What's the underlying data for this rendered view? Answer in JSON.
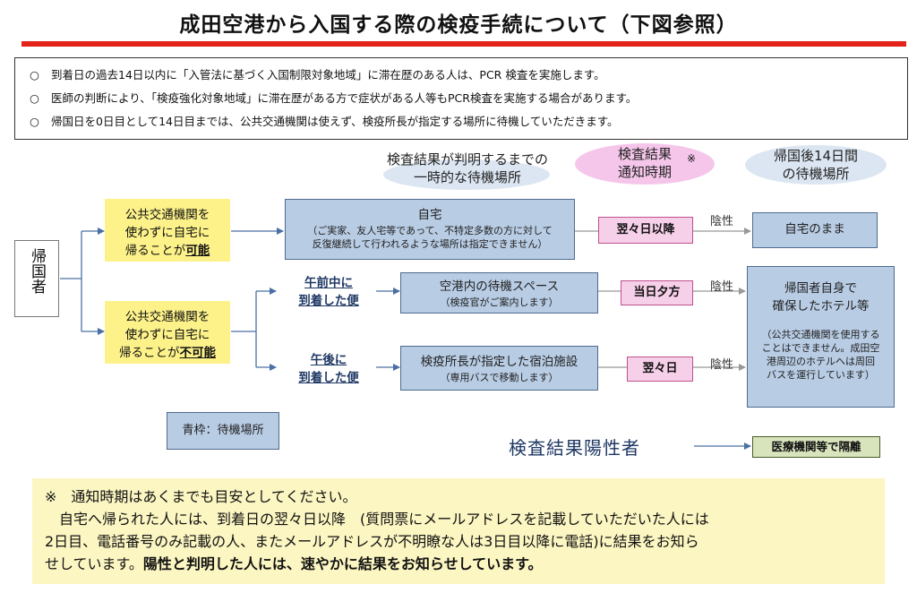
{
  "title": "成田空港から入国する際の検疫手続について（下図参照）",
  "notes": {
    "bullet": "○",
    "lines": [
      "到着日の過去14日以内に「入管法に基づく入国制限対象地域」に滞在歴のある人は、PCR 検査を実施します。",
      "医師の判断により、「検疫強化対象地域」に滞在歴がある方で症状がある人等もPCR検査を実施する場合があります。",
      "帰国日を0日目として14日目までは、公共交通機関は使えず、検疫所長が指定する場所に待機していただきます。"
    ]
  },
  "headers": {
    "waiting_1": "検査結果が判明するまでの",
    "waiting_2": "一時的な待機場所",
    "notify_1": "検査結果",
    "notify_2": "通知時期",
    "notify_mark": "※",
    "after_1": "帰国後14日間",
    "after_2": "の待機場所"
  },
  "returnee": "帰国者",
  "branches": {
    "possible_1": "公共交通機関を",
    "possible_2": "使わずに自宅に",
    "possible_3a": "帰ることが",
    "possible_3b": "可能",
    "impossible_1": "公共交通機関を",
    "impossible_2": "使わずに自宅に",
    "impossible_3a": "帰ることが",
    "impossible_3b": "不可能",
    "morning_1": "午前中に",
    "morning_2": "到着した便",
    "afternoon_1": "午後に",
    "afternoon_2": "到着した便"
  },
  "places": {
    "home_title": "自宅",
    "home_sub_1": "（ご実家、友人宅等であって、不特定多数の方に対して",
    "home_sub_2": "反復継続して行われるような場所は指定できません）",
    "airport_title": "空港内の待機スペース",
    "airport_sub": "（検疫官がご案内します）",
    "facility_title": "検疫所長が指定した宿泊施設",
    "facility_sub": "（専用バスで移動します）"
  },
  "timing": {
    "home": "翌々日以降",
    "airport": "当日夕方",
    "facility": "翌々日"
  },
  "negative_label": "陰性",
  "destinations": {
    "home": "自宅のまま",
    "hotel_1": "帰国者自身で",
    "hotel_2": "確保したホテル等",
    "hotel_sub_1": "（公共交通機関を使用する",
    "hotel_sub_2": "ことはできません。成田空",
    "hotel_sub_3": "港周辺のホテルへは周回",
    "hotel_sub_4": "バスを運行しています）"
  },
  "legend": "青枠：待機場所",
  "positive_label": "検査結果陽性者",
  "isolation": "医療機関等で隔離",
  "footer": {
    "line1": "※　通知時期はあくまでも目安としてください。",
    "line2": "　自宅へ帰られた人には、到着日の翌々日以降　(質問票にメールアドレスを記載していただいた人には",
    "line3": "2日目、電話番号のみ記載の人、またメールアドレスが不明瞭な人は3日目以降に電話)に結果をお知ら",
    "line4a": "せしています。",
    "line4b": "陽性と判明した人には、速やかに結果をお知らせしています。"
  },
  "colors": {
    "red_bar": "#e32219",
    "yellow_box": "#fdf28a",
    "blue_box": "#b8cce4",
    "pink_box": "#f6cfe8",
    "green_box": "#d8e4bc",
    "footer_bg": "#fcf6c2",
    "arrow_blue": "#4a6fa5",
    "arrow_gray": "#999999"
  }
}
